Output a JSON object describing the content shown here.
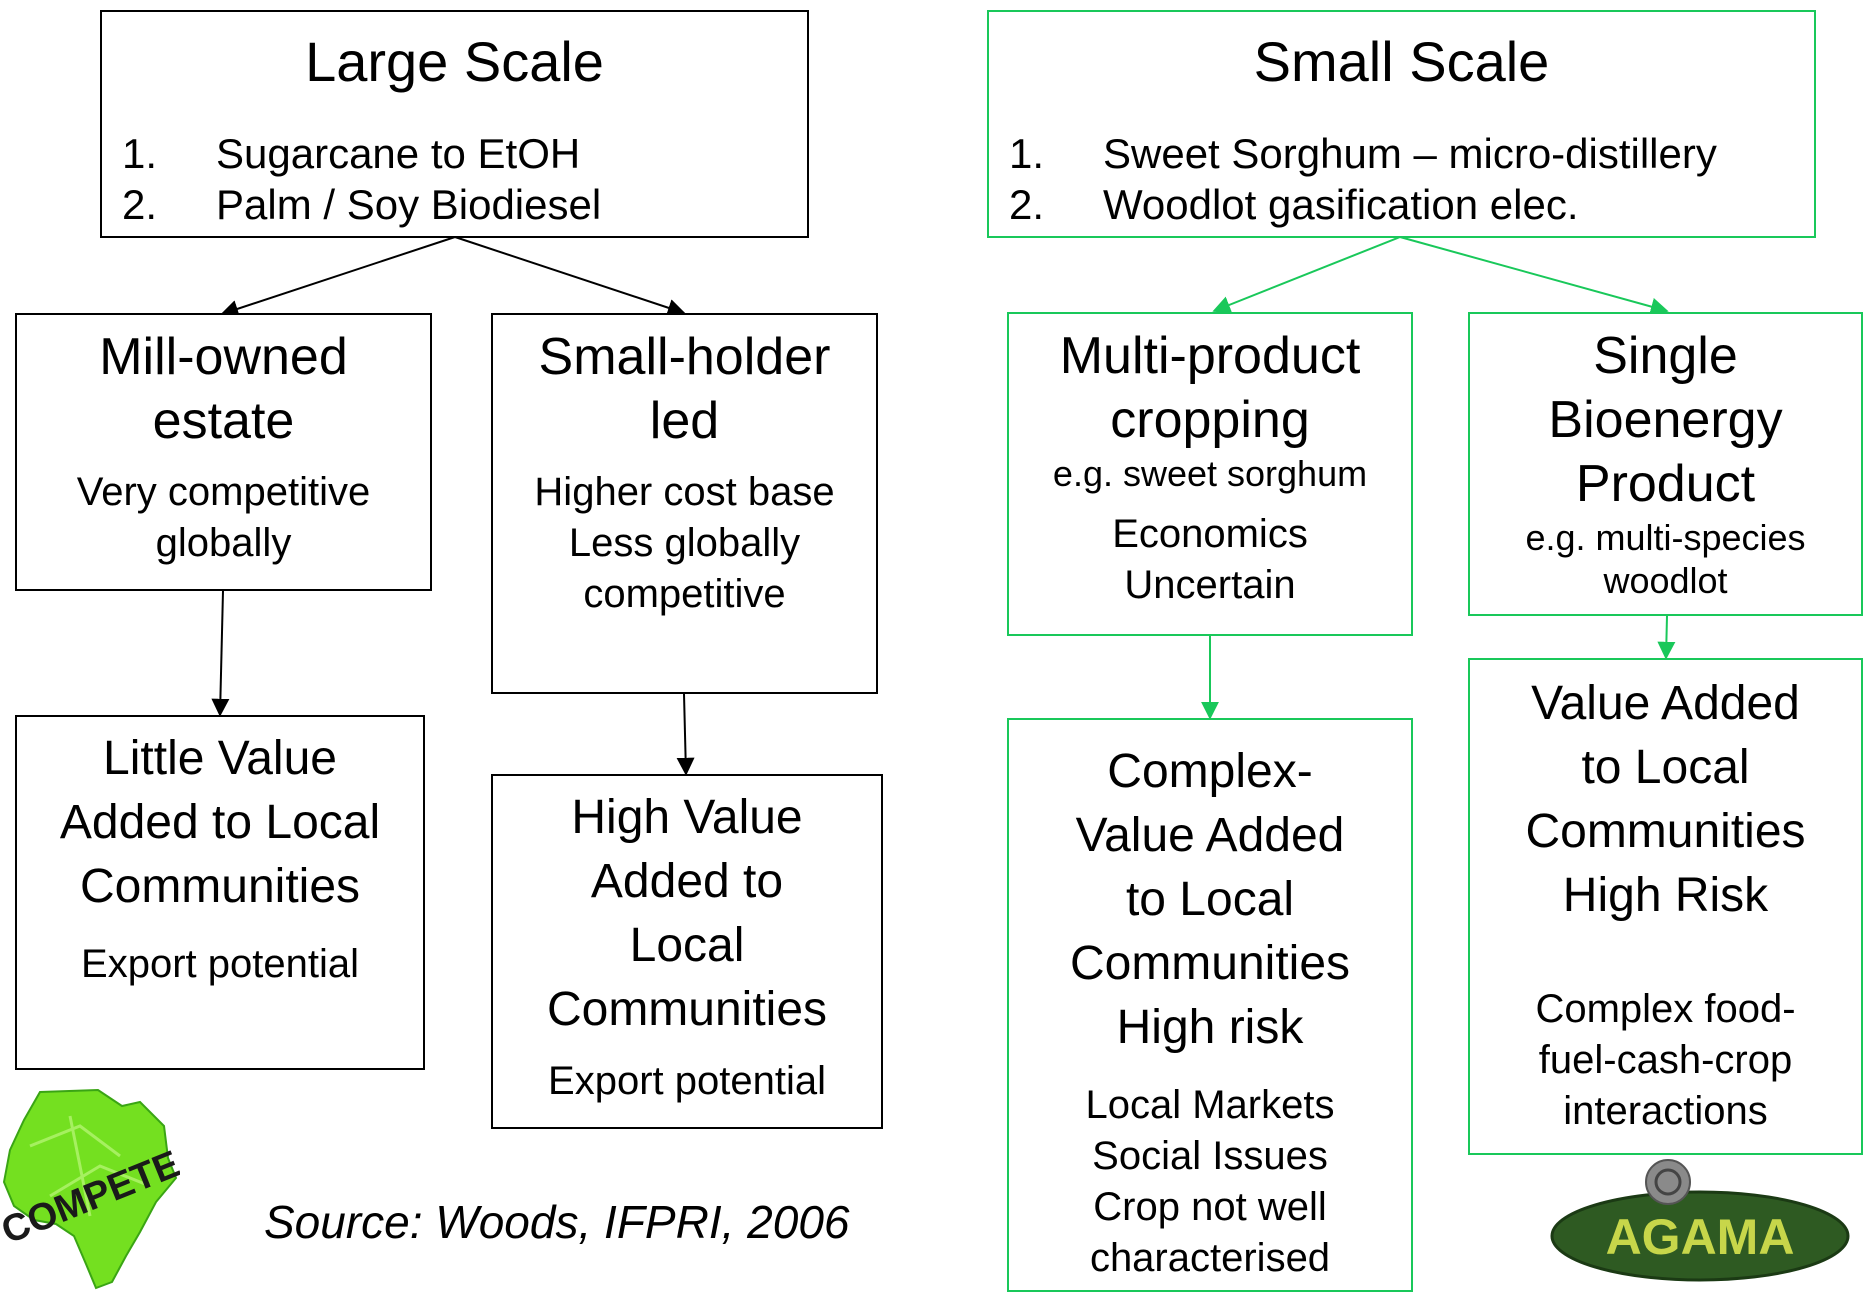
{
  "large_scale": {
    "title": "Large Scale",
    "items": [
      {
        "num": "1.",
        "text": "Sugarcane to EtOH"
      },
      {
        "num": "2.",
        "text": "Palm / Soy Biodiesel"
      }
    ]
  },
  "small_scale": {
    "title": "Small Scale",
    "items": [
      {
        "num": "1.",
        "text": "Sweet Sorghum – micro-distillery"
      },
      {
        "num": "2.",
        "text": "Woodlot gasification elec."
      }
    ]
  },
  "mill_owned": {
    "title_lines": [
      "Mill-owned",
      "estate"
    ],
    "desc_lines": [
      "Very competitive",
      "globally"
    ]
  },
  "small_holder": {
    "title_lines": [
      "Small-holder",
      "led"
    ],
    "desc_lines": [
      "Higher cost base",
      "Less globally",
      "competitive"
    ]
  },
  "little_value": {
    "title_lines": [
      "Little Value",
      "Added to Local",
      "Communities"
    ],
    "desc": "Export potential"
  },
  "high_value": {
    "title_lines": [
      "High Value",
      "Added to",
      "Local",
      "Communities"
    ],
    "desc": "Export potential"
  },
  "multi_product": {
    "title_lines": [
      "Multi-product",
      "cropping"
    ],
    "example": "e.g. sweet sorghum",
    "desc_lines": [
      "Economics",
      "Uncertain"
    ]
  },
  "single_bioenergy": {
    "title_lines": [
      "Single",
      "Bioenergy",
      "Product"
    ],
    "example_lines": [
      "e.g. multi-species",
      "woodlot"
    ]
  },
  "complex_value": {
    "title_lines": [
      "Complex-",
      "Value Added",
      "to Local",
      "Communities",
      "High risk"
    ],
    "desc_lines": [
      "Local Markets",
      "Social Issues",
      "Crop not well",
      "characterised"
    ]
  },
  "value_added_local": {
    "title_lines": [
      "Value Added",
      "to Local",
      "Communities",
      "High Risk"
    ],
    "desc_lines": [
      "Complex food-",
      "fuel-cash-crop",
      "interactions"
    ]
  },
  "source": "Source: Woods, IFPRI, 2006",
  "logos": {
    "left": {
      "text": "COMPETE",
      "icon": "africa-map-logo"
    },
    "right": {
      "text": "AGAMA",
      "icon": "agama-energy-logo"
    }
  },
  "colors": {
    "large_scale_border": "#000000",
    "small_scale_border": "#19c85a"
  }
}
